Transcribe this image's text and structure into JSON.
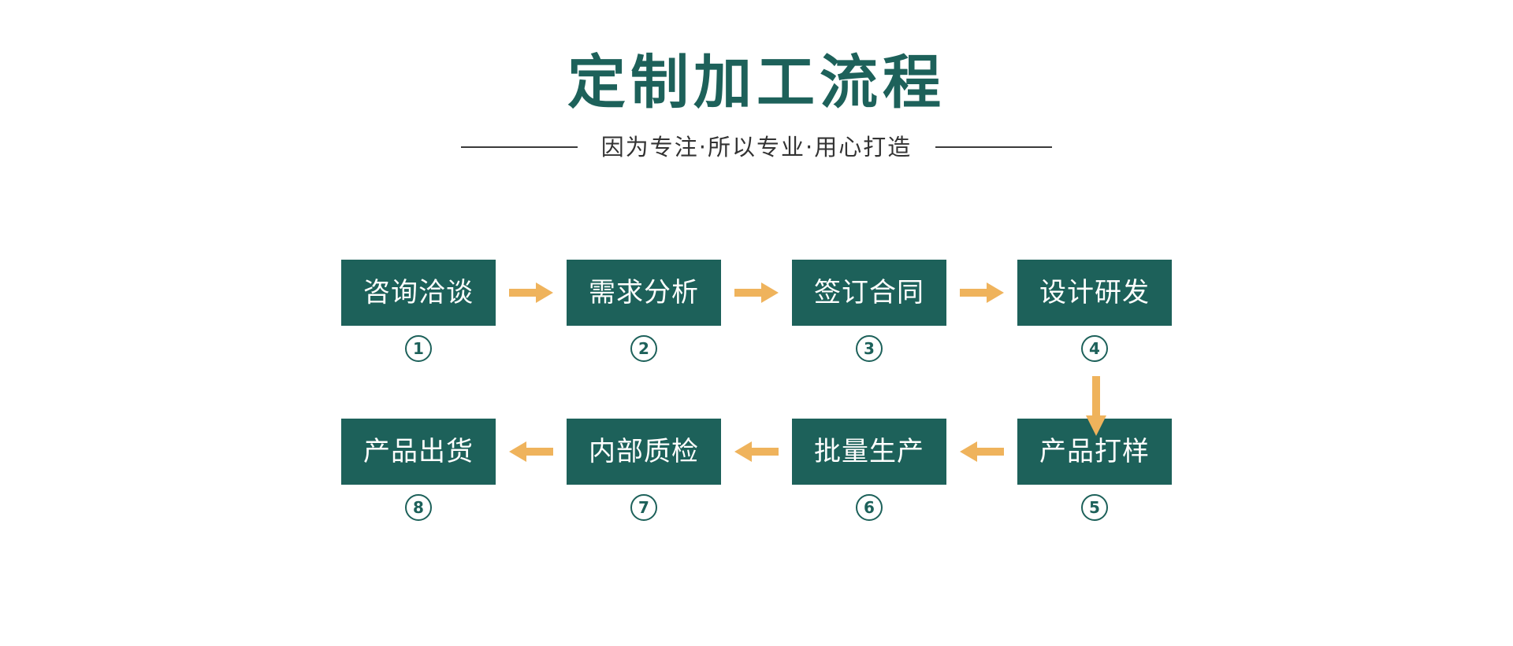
{
  "header": {
    "title": "定制加工流程",
    "subtitle": "因为专注·所以专业·用心打造",
    "title_color": "#1d615a",
    "subtitle_color": "#333333",
    "rule_color": "#3a3a3a"
  },
  "theme": {
    "box_color": "#1d615a",
    "box_text_color": "#ffffff",
    "arrow_color": "#efb35c",
    "number_color": "#1d615a",
    "background": "#ffffff"
  },
  "flow": {
    "rows": [
      {
        "direction": "left-to-right",
        "steps": [
          {
            "label": "咨询洽谈",
            "number": "①",
            "num_plain": "1"
          },
          {
            "label": "需求分析",
            "number": "②",
            "num_plain": "2"
          },
          {
            "label": "签订合同",
            "number": "③",
            "num_plain": "3"
          },
          {
            "label": "设计研发",
            "number": "④",
            "num_plain": "4"
          }
        ]
      },
      {
        "direction": "right-to-left",
        "steps": [
          {
            "label": "产品出货",
            "number": "⑧",
            "num_plain": "8"
          },
          {
            "label": "内部质检",
            "number": "⑦",
            "num_plain": "7"
          },
          {
            "label": "批量生产",
            "number": "⑥",
            "num_plain": "6"
          },
          {
            "label": "产品打样",
            "number": "⑤",
            "num_plain": "5"
          }
        ]
      }
    ],
    "connectors": {
      "row1_arrows": [
        "arrow-right-icon",
        "arrow-right-icon",
        "arrow-right-icon"
      ],
      "row2_arrows": [
        "arrow-left-icon",
        "arrow-left-icon",
        "arrow-left-icon"
      ],
      "vertical": "arrow-down-icon"
    }
  }
}
